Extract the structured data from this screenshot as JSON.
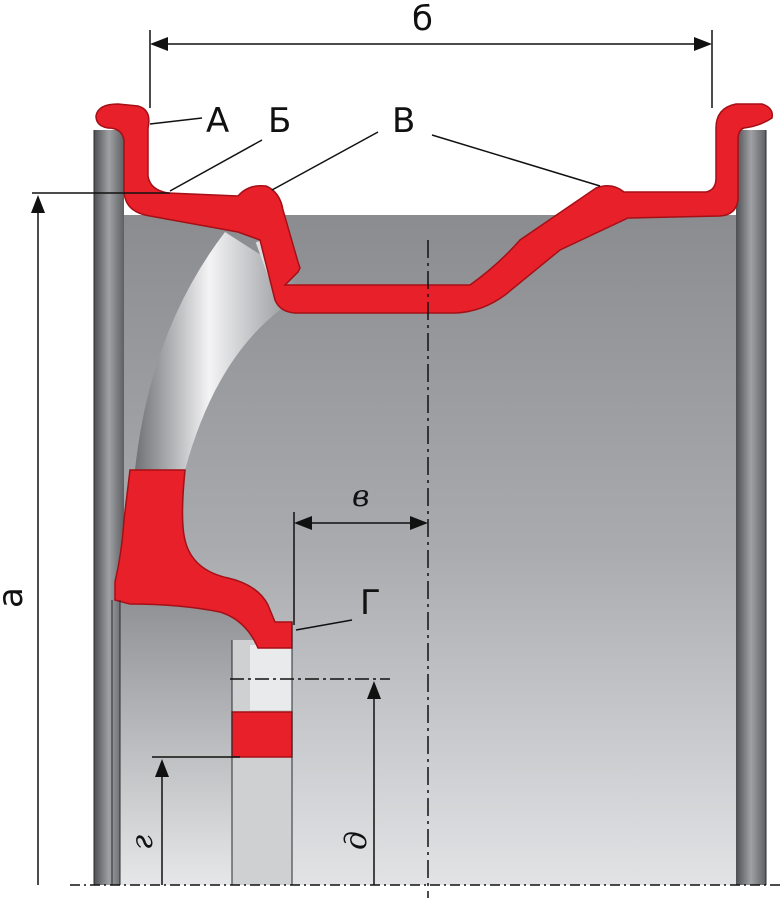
{
  "diagram": {
    "labels": {
      "A": "А",
      "B": "Б",
      "V": "В",
      "G": "Г",
      "width": "б",
      "diameter": "а",
      "offset": "в",
      "center_bore": "д",
      "pcd": "г"
    },
    "colors": {
      "section": "#e8202a",
      "section_outline": "#a50f16",
      "rim_dark": "#6d6f73",
      "rim_light": "#d9dadc",
      "lines": "#111111"
    }
  }
}
